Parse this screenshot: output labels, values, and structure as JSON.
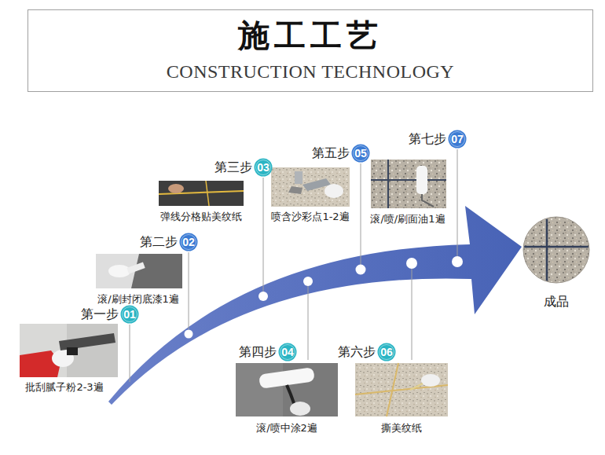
{
  "diagram": {
    "nodes": [
      {
        "text": [
          "施工工艺",
          "CONSTRUCTION TECHNOLOGY"
        ]
      },
      {
        "text": [
          "01"
        ]
      },
      {
        "text": [
          "02"
        ]
      },
      {
        "text": [
          "03"
        ]
      },
      {
        "text": [
          "04"
        ]
      },
      {
        "text": [
          "05"
        ]
      },
      {
        "text": [
          "06"
        ]
      },
      {
        "text": [
          "07"
        ]
      },
      {
        "text": [
          "成品"
        ]
      }
    ],
    "labels": [
      "第一步",
      "批刮腻子粉2-3遍",
      "第二步",
      "滚/刷封闭底漆1遍",
      "第三步",
      "弹线分格贴美纹纸",
      "第四步",
      "滚/喷中涂2遍",
      "第五步",
      "喷含沙彩点1-2遍",
      "第六步",
      "撕美纹纸",
      "第七步",
      "滚/喷/刷面油1遍"
    ]
  }
}
